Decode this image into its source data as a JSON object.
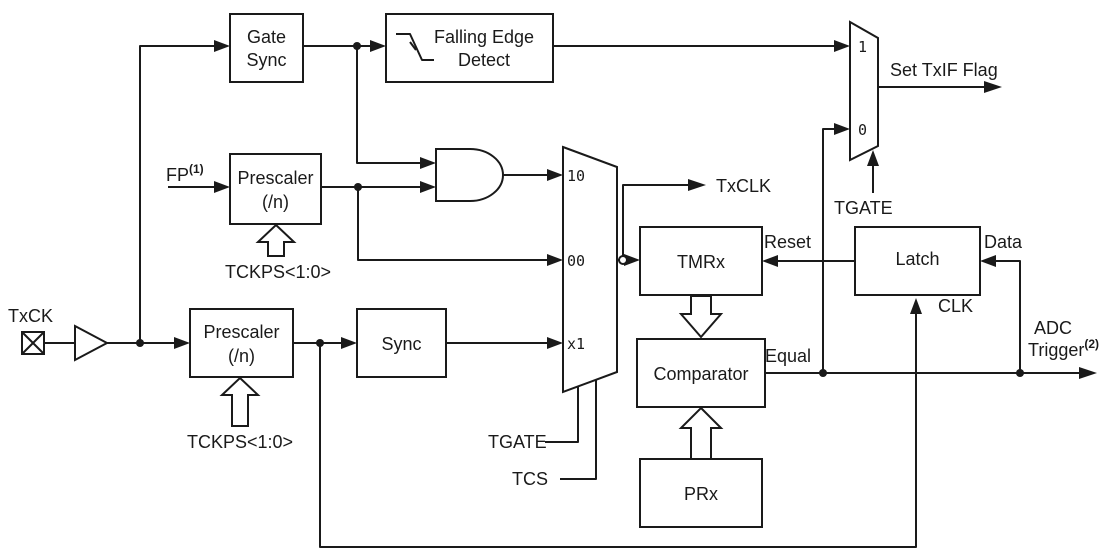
{
  "blocks": {
    "gate_sync": [
      "Gate",
      "Sync"
    ],
    "falling_edge": [
      "Falling Edge",
      "Detect"
    ],
    "prescaler_top": [
      "Prescaler",
      "(/n)"
    ],
    "prescaler_bottom": [
      "Prescaler",
      "(/n)"
    ],
    "sync": "Sync",
    "tmrx": "TMRx",
    "comparator": "Comparator",
    "prx": "PRx",
    "latch": "Latch"
  },
  "signals": {
    "fp": "FP",
    "fp_note": "(1)",
    "tckps_top": "TCKPS<1:0>",
    "tckps_bottom": "TCKPS<1:0>",
    "txck": "TxCK",
    "txclk": "TxCLK",
    "tgate_mux": "TGATE",
    "tgate_right": "TGATE",
    "tcs": "TCS",
    "reset": "Reset",
    "equal": "Equal",
    "data": "Data",
    "clk": "CLK",
    "set_flag": "Set TxIF Flag",
    "adc_line1": "ADC",
    "adc_line2": "Trigger",
    "adc_note": "(2)"
  },
  "mux_inputs": {
    "clock_mux": [
      "10",
      "00",
      "x1"
    ],
    "flag_mux": [
      "1",
      "0"
    ]
  }
}
